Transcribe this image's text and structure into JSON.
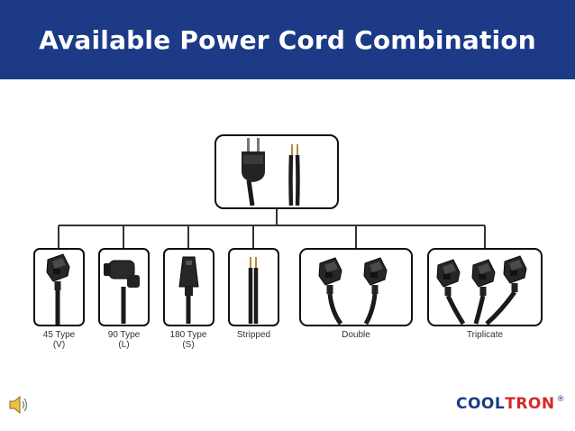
{
  "slide": {
    "title": "Available Power Cord Combination"
  },
  "root": {
    "icon": "plug-and-stripped-wire"
  },
  "options": [
    {
      "line1": "45 Type",
      "line2": "(V)",
      "icon": "45-degree-connector"
    },
    {
      "line1": "90 Type",
      "line2": "(L)",
      "icon": "90-degree-connector"
    },
    {
      "line1": "180 Type",
      "line2": "(S)",
      "icon": "180-degree-connector"
    },
    {
      "line1": "Stripped",
      "line2": "",
      "icon": "stripped-wire"
    },
    {
      "line1": "Double",
      "line2": "",
      "icon": "double-connector"
    },
    {
      "line1": "Triplicate",
      "line2": "",
      "icon": "triple-connector"
    }
  ],
  "brand": {
    "logo_part1": "COOL",
    "logo_part2": "TRON",
    "registered": "®",
    "colors": {
      "primary": "#1c3a86",
      "accent": "#d42a2a"
    }
  },
  "audio": {
    "icon": "speaker-icon"
  }
}
